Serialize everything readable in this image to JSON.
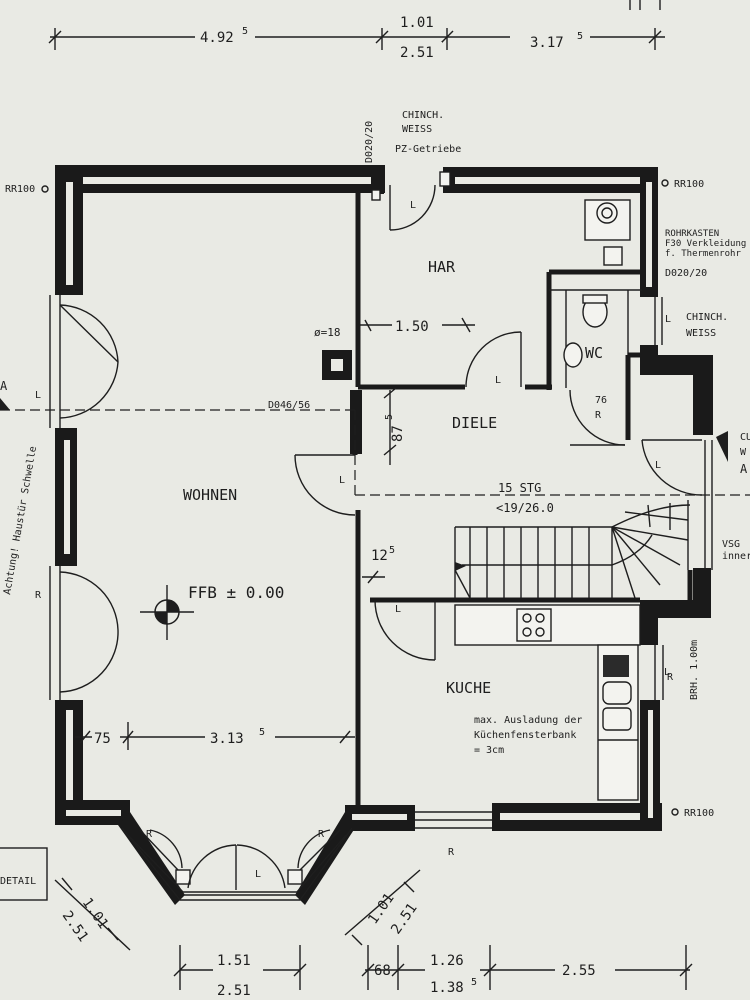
{
  "rooms": {
    "wohnen": "WOHNEN",
    "har": "HAR",
    "diele": "DIELE",
    "kuche": "KUCHE",
    "wc": "WC"
  },
  "level": "FFB ± 0.00",
  "stair": {
    "steps": "15 STG",
    "ratio": "<19/26.0"
  },
  "notes": {
    "chinch_top_1": "CHINCH.",
    "chinch_top_2": "WEISS",
    "pz": "PZ-Getriebe",
    "d020_top": "D020/20",
    "rr100_left": "RR100",
    "rr100_right": "RR100",
    "rr100_bottom": "RR100",
    "rohrkasten_1": "ROHRKASTEN",
    "rohrkasten_2": "F30 Verkleidung",
    "rohrkasten_3": "f. Thermenrohr",
    "d020_right": "D020/20",
    "chinch_right_1": "CHINCH.",
    "chinch_right_2": "WEISS",
    "d046": "D046/56",
    "phi18": "ø=18",
    "cu": "CU",
    "w": "W",
    "a_right": "A",
    "a_left": "A",
    "vsg_1": "VSG",
    "vsg_2": "inner",
    "brh": "BRH. 1.00m",
    "kuechen_1": "max. Ausladung der",
    "kuechen_2": "Küchenfensterbank",
    "kuechen_3": "= 3cm",
    "achtung": "Achtung! Haustür Schwelle",
    "detail": "DETAIL",
    "wc_dim": "76",
    "wc_r": "R",
    "r_left": "R",
    "r_bay1": "R",
    "r_bay2": "R",
    "r_bottom": "R",
    "r_right": "R",
    "l_marks": [
      "L",
      "L",
      "L",
      "L",
      "L",
      "L",
      "L",
      "L",
      "L"
    ]
  },
  "dims": {
    "top_left": "4.92",
    "top_left_sup": "5",
    "top_mid_1": "1.01",
    "top_mid_2": "2.51",
    "top_right": "3.17",
    "top_right_sup": "5",
    "har_width": "1.50",
    "diele_87": "87",
    "diele_87_sup": "5",
    "wall_12": "12",
    "wall_12_sup": "5",
    "wohnen_75": "75",
    "wohnen_313": "3.13",
    "wohnen_313_sup": "5",
    "bl_1": "1.01",
    "bl_2": "2.51",
    "bm_1": "1.01",
    "bm_2": "2.51",
    "b_151": "1.51",
    "b_251": "2.51",
    "b_68": "68",
    "b_126": "1.26",
    "b_138": "1.38",
    "b_138_sup": "5",
    "b_255": "2.55"
  }
}
